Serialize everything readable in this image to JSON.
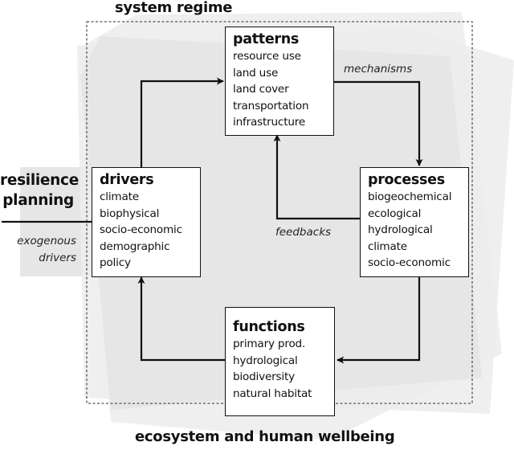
{
  "header": {
    "title": "system regime"
  },
  "footer": {
    "title": "ecosystem and human wellbeing"
  },
  "external": {
    "title_line1": "resilience",
    "title_line2": "planning",
    "caption_line1": "exogenous",
    "caption_line2": "drivers"
  },
  "boxes": {
    "patterns": {
      "title": "patterns",
      "items": [
        "resource use",
        "land use",
        "land cover",
        "transportation",
        "infrastructure"
      ]
    },
    "drivers": {
      "title": "drivers",
      "items": [
        "climate",
        "biophysical",
        "socio-economic",
        "demographic",
        "policy"
      ]
    },
    "processes": {
      "title": "processes",
      "items": [
        "biogeochemical",
        "ecological",
        "hydrological",
        "climate",
        "socio-economic"
      ]
    },
    "functions": {
      "title": "functions",
      "items": [
        "primary prod.",
        "hydrological",
        "biodiversity",
        "natural habitat"
      ]
    }
  },
  "edge_labels": {
    "mechanisms": "mechanisms",
    "feedbacks": "feedbacks"
  },
  "colors": {
    "shape_light": "#efefef",
    "shape_mid": "#e4e4e4",
    "line": "#111111",
    "dashed_border": "#555555"
  }
}
